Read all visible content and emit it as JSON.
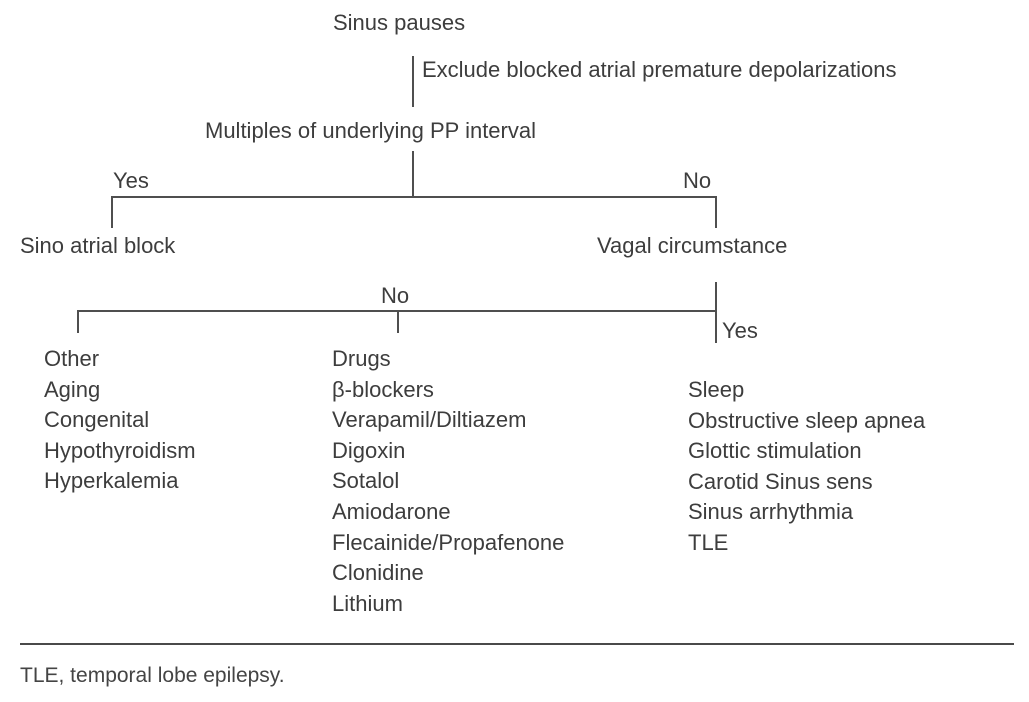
{
  "diagram": {
    "title": "Sinus pauses",
    "exclusion_note": "Exclude blocked atrial premature depolarizations",
    "decision_pp_interval": {
      "question": "Multiples of underlying PP interval",
      "yes_label": "Yes",
      "no_label": "No",
      "yes_outcome": "Sino atrial block",
      "no_outcome": "Vagal circumstance"
    },
    "decision_vagal": {
      "no_label": "No",
      "yes_label": "Yes",
      "no_outcome_columns": [
        {
          "items": [
            "Other",
            "Aging",
            "Congenital",
            "Hypothyroidism",
            "Hyperkalemia"
          ]
        },
        {
          "items": [
            "Drugs",
            "β-blockers",
            "Verapamil/Diltiazem",
            "Digoxin",
            "Sotalol",
            "Amiodarone",
            "Flecainide/Propafenone",
            "Clonidine",
            "Lithium"
          ]
        }
      ],
      "yes_outcome_items": [
        "Sleep",
        "Obstructive sleep apnea",
        "Glottic stimulation",
        "Carotid Sinus sens",
        "Sinus arrhythmia",
        "TLE"
      ]
    },
    "footnote": "TLE, temporal lobe epilepsy."
  },
  "colors": {
    "text": "#3d3d3d",
    "line": "#4f4f4f",
    "background": "#ffffff"
  }
}
